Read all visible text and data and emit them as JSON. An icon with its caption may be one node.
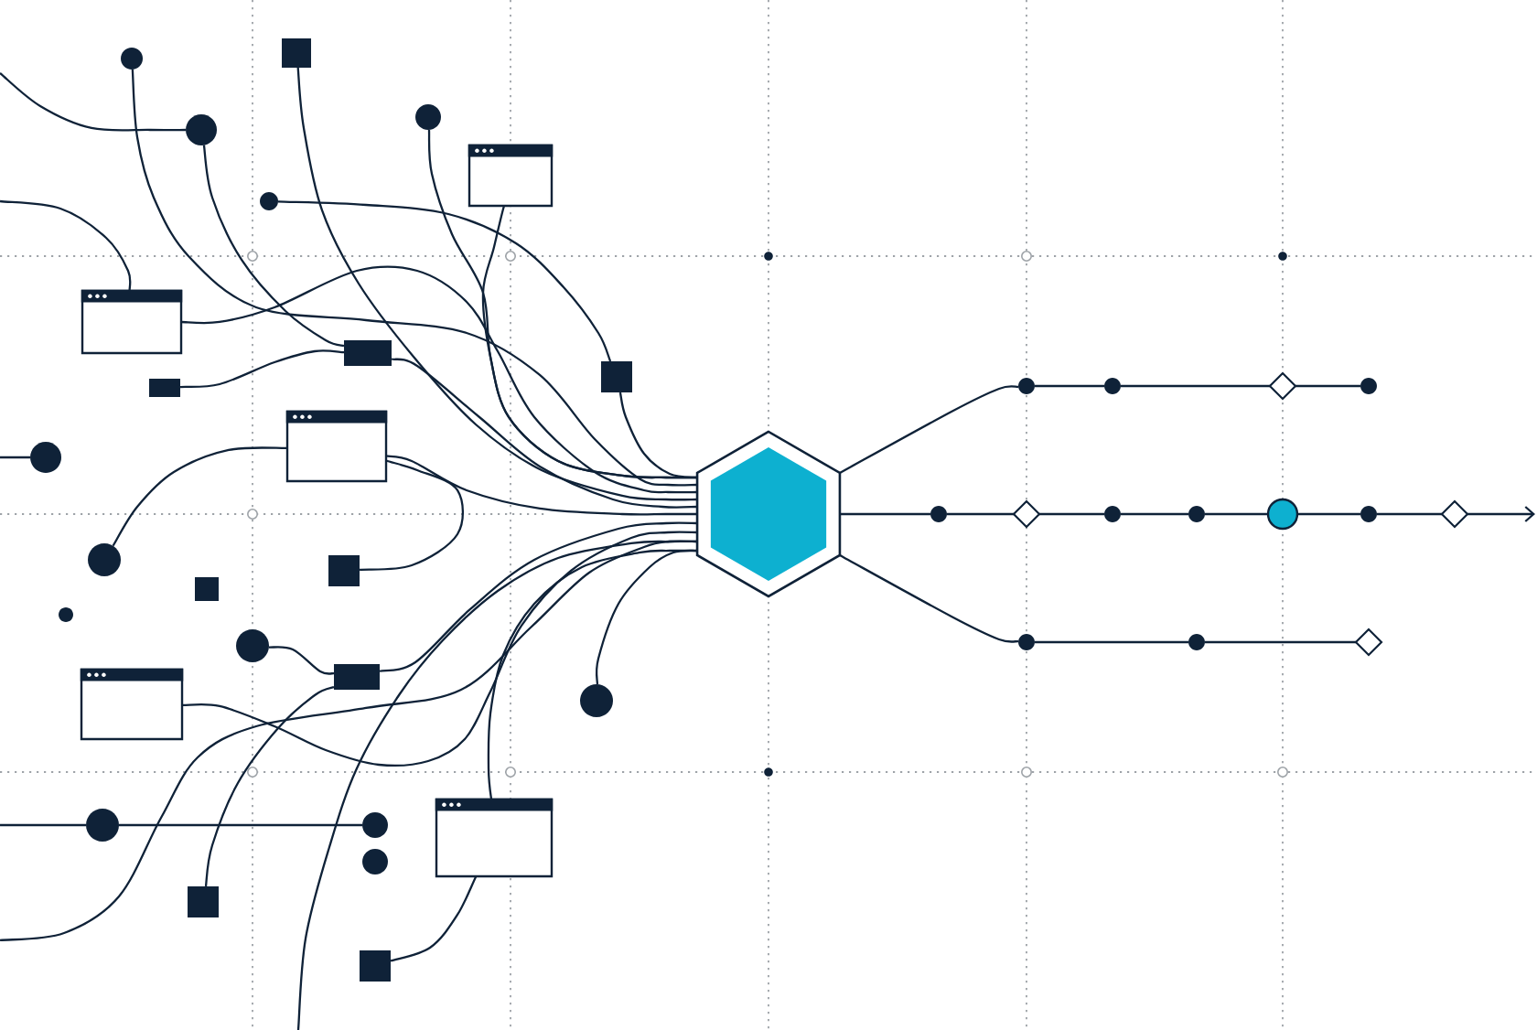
{
  "diagram": {
    "nodes": [
      {
        "text": [],
        "shape": "circle"
      },
      {
        "text": [],
        "shape": "square"
      },
      {
        "text": [],
        "shape": "circle"
      },
      {
        "text": [],
        "shape": "circle"
      },
      {
        "text": [],
        "shape": "window"
      },
      {
        "text": [],
        "shape": "circle"
      },
      {
        "text": [],
        "shape": "window"
      },
      {
        "text": [],
        "shape": "box"
      },
      {
        "text": [],
        "shape": "square"
      },
      {
        "text": [],
        "shape": "box"
      },
      {
        "text": [],
        "shape": "window"
      },
      {
        "text": [],
        "shape": "circle"
      },
      {
        "text": [],
        "shape": "circle"
      },
      {
        "text": [],
        "shape": "square"
      },
      {
        "text": [],
        "shape": "square"
      },
      {
        "text": [],
        "shape": "circle"
      },
      {
        "text": [],
        "shape": "circle"
      },
      {
        "text": [],
        "shape": "box"
      },
      {
        "text": [],
        "shape": "window"
      },
      {
        "text": [],
        "shape": "circle"
      },
      {
        "text": [],
        "shape": "circle"
      },
      {
        "text": [],
        "shape": "circle"
      },
      {
        "text": [],
        "shape": "window"
      },
      {
        "text": [],
        "shape": "circle"
      },
      {
        "text": [],
        "shape": "square"
      },
      {
        "text": [],
        "shape": "square"
      },
      {
        "text": [],
        "shape": "hexagon"
      },
      {
        "text": [],
        "shape": "circle"
      },
      {
        "text": [],
        "shape": "circle"
      },
      {
        "text": [],
        "shape": "diamond"
      },
      {
        "text": [],
        "shape": "circle"
      },
      {
        "text": [],
        "shape": "circle"
      },
      {
        "text": [],
        "shape": "diamond"
      },
      {
        "text": [],
        "shape": "circle"
      },
      {
        "text": [],
        "shape": "circle"
      },
      {
        "text": [],
        "shape": "circle"
      },
      {
        "text": [],
        "shape": "circle"
      },
      {
        "text": [],
        "shape": "diamond"
      },
      {
        "text": [],
        "shape": "circle"
      },
      {
        "text": [],
        "shape": "circle"
      },
      {
        "text": [],
        "shape": "diamond"
      }
    ],
    "edges": [
      {
        "from": null,
        "to": 3,
        "arrow": "none"
      },
      {
        "from": 3,
        "to": 7,
        "arrow": "none"
      },
      {
        "from": 9,
        "to": 7,
        "arrow": "none"
      },
      {
        "from": 7,
        "to": 26,
        "arrow": "none"
      },
      {
        "from": 0,
        "to": 26,
        "arrow": "none"
      },
      {
        "from": 1,
        "to": 26,
        "arrow": "none"
      },
      {
        "from": 2,
        "to": 26,
        "arrow": "none"
      },
      {
        "from": 4,
        "to": 26,
        "arrow": "none"
      },
      {
        "from": 5,
        "to": 8,
        "arrow": "none"
      },
      {
        "from": 8,
        "to": 26,
        "arrow": "none"
      },
      {
        "from": null,
        "to": 6,
        "arrow": "none"
      },
      {
        "from": 6,
        "to": 26,
        "arrow": "none"
      },
      {
        "from": 12,
        "to": 10,
        "arrow": "none"
      },
      {
        "from": 10,
        "to": 26,
        "arrow": "none"
      },
      {
        "from": 13,
        "to": 10,
        "arrow": "none"
      },
      {
        "from": null,
        "to": 11,
        "arrow": "none"
      },
      {
        "from": 16,
        "to": 17,
        "arrow": "none"
      },
      {
        "from": 17,
        "to": 26,
        "arrow": "none"
      },
      {
        "from": 24,
        "to": 17,
        "arrow": "none"
      },
      {
        "from": 18,
        "to": 26,
        "arrow": "none"
      },
      {
        "from": 22,
        "to": 26,
        "arrow": "none"
      },
      {
        "from": 25,
        "to": 22,
        "arrow": "none"
      },
      {
        "from": 19,
        "to": 26,
        "arrow": "none"
      },
      {
        "from": null,
        "to": 20,
        "arrow": "none"
      },
      {
        "from": 20,
        "to": 21,
        "arrow": "none"
      },
      {
        "from": null,
        "to": 26,
        "arrow": "none"
      },
      {
        "from": null,
        "to": 26,
        "arrow": "none"
      },
      {
        "from": 26,
        "to": 27,
        "arrow": "none"
      },
      {
        "from": 27,
        "to": 28,
        "arrow": "none"
      },
      {
        "from": 28,
        "to": 29,
        "arrow": "none"
      },
      {
        "from": 29,
        "to": 30,
        "arrow": "none"
      },
      {
        "from": 26,
        "to": 31,
        "arrow": "none"
      },
      {
        "from": 31,
        "to": 32,
        "arrow": "none"
      },
      {
        "from": 32,
        "to": 33,
        "arrow": "none"
      },
      {
        "from": 33,
        "to": 34,
        "arrow": "none"
      },
      {
        "from": 34,
        "to": 35,
        "arrow": "none"
      },
      {
        "from": 35,
        "to": 36,
        "arrow": "none"
      },
      {
        "from": 36,
        "to": 37,
        "arrow": "none"
      },
      {
        "from": 37,
        "to": null,
        "arrow": "to"
      },
      {
        "from": 26,
        "to": 38,
        "arrow": "none"
      },
      {
        "from": 38,
        "to": 39,
        "arrow": "none"
      },
      {
        "from": 39,
        "to": 40,
        "arrow": "none"
      }
    ]
  }
}
